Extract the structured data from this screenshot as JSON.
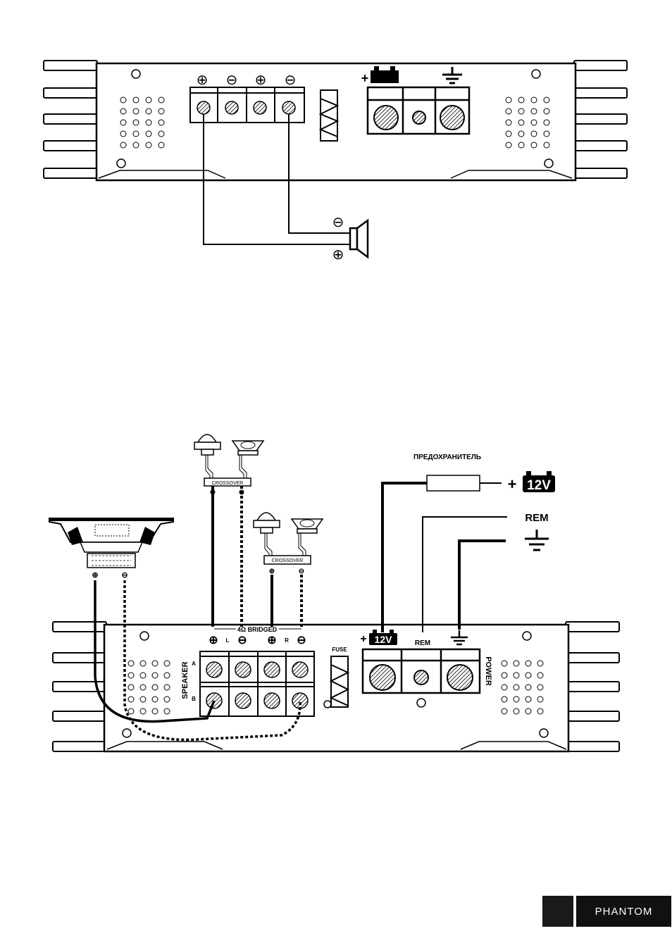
{
  "top_diagram": {
    "terminal_signs": [
      "⊕",
      "⊖",
      "⊕",
      "⊖"
    ],
    "speaker_minus": "⊖",
    "speaker_plus": "⊕",
    "battery_sign": "+"
  },
  "bottom_diagram": {
    "fuse_label": "ПРЕДОХРАНИТЕЛЬ",
    "battery_plus": "+",
    "battery_label": "12V",
    "rem_label": "REM",
    "crossover_label_1": "CROSSOVER",
    "crossover_label_2": "CROSSOVER",
    "bridged_label": "4Ω BRIDGED",
    "channel_left": "L",
    "channel_right": "R",
    "speaker_label": "SPEAKER",
    "row_a": "A",
    "row_b": "B",
    "fuse_box_label": "FUSE",
    "power_label": "POWER",
    "term_12v_plus": "+",
    "term_12v_label": "12V",
    "term_rem_label": "REM",
    "woofer_plus": "⊕",
    "woofer_minus": "⊖",
    "x1_plus": "⊕",
    "x1_minus": "⊖",
    "x2_plus": "⊕",
    "x2_minus": "⊖"
  },
  "footer": {
    "logo_initial": "P",
    "logo_text": "HANTOM"
  }
}
